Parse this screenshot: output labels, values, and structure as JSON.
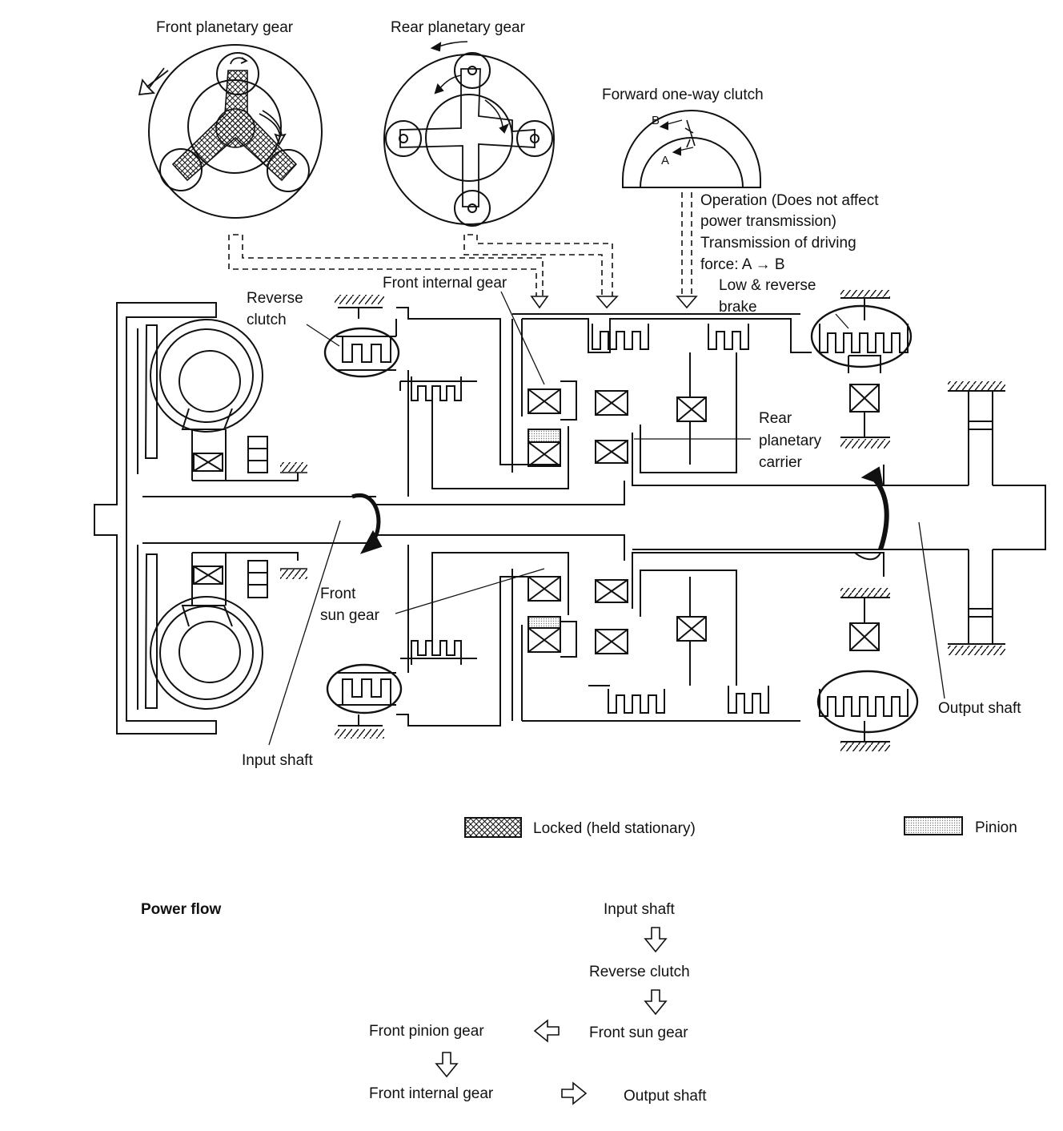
{
  "labels": {
    "front_planetary_gear": "Front planetary gear",
    "rear_planetary_gear": "Rear planetary gear",
    "forward_one_way_clutch": "Forward one-way clutch",
    "clutch_point_b": "B",
    "clutch_point_a": "A",
    "operation_note": [
      "Operation (Does not affect",
      "power transmission)",
      "Transmission of driving",
      "force: A → B"
    ],
    "front_internal_gear": "Front internal gear",
    "reverse_clutch": [
      "Reverse",
      "clutch"
    ],
    "low_reverse_brake": [
      "Low & reverse",
      "brake"
    ],
    "rear_planetary_carrier": [
      "Rear",
      "planetary",
      "carrier"
    ],
    "front_sun_gear": [
      "Front",
      "sun gear"
    ],
    "input_shaft": "Input shaft",
    "output_shaft": "Output shaft"
  },
  "legend": {
    "locked": "Locked (held stationary)",
    "pinion": "Pinion"
  },
  "power_flow": {
    "title": "Power flow",
    "input_shaft": "Input shaft",
    "reverse_clutch": "Reverse clutch",
    "front_sun_gear": "Front sun gear",
    "front_pinion_gear": "Front pinion gear",
    "front_internal_gear": "Front internal gear",
    "output_shaft": "Output shaft"
  },
  "icons": [
    "rotation-arrow-icon",
    "flow-arrow-down-icon",
    "flow-arrow-left-icon",
    "flow-arrow-right-icon",
    "ground-hatch-icon"
  ]
}
